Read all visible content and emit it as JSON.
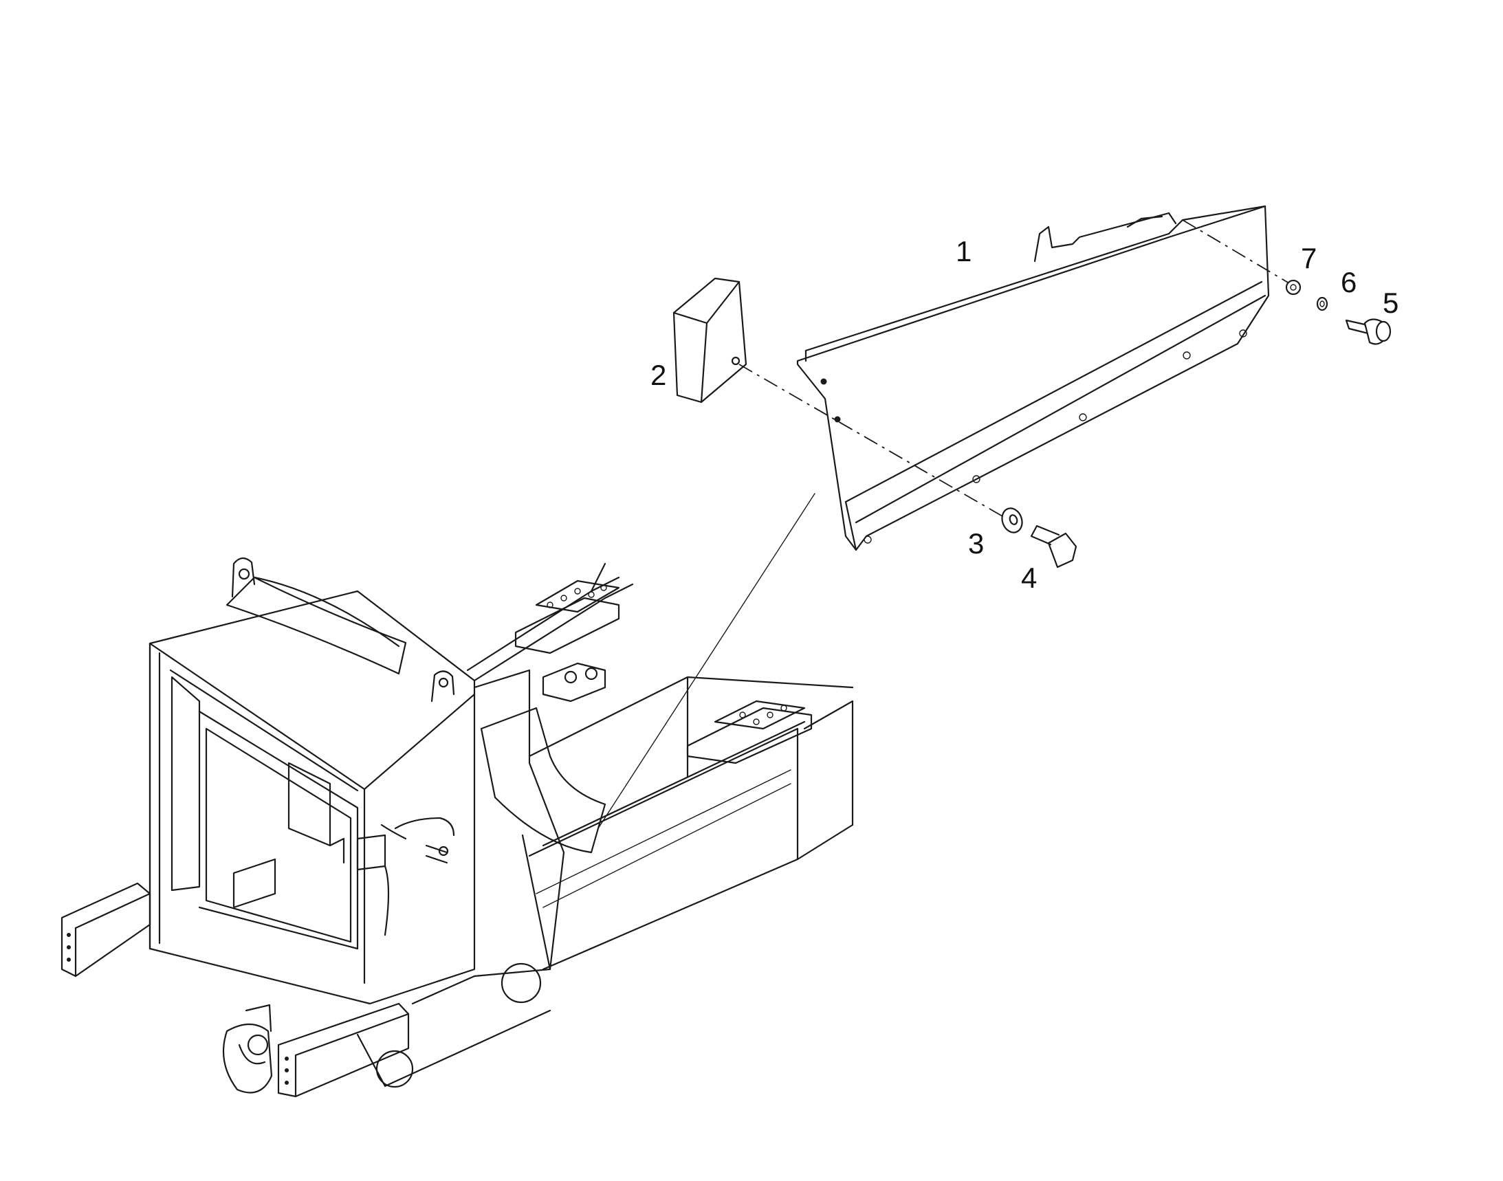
{
  "callouts": [
    {
      "id": "part-1",
      "label": "1"
    },
    {
      "id": "part-2",
      "label": "2"
    },
    {
      "id": "part-3",
      "label": "3"
    },
    {
      "id": "part-4",
      "label": "4"
    },
    {
      "id": "part-5",
      "label": "5"
    },
    {
      "id": "part-6",
      "label": "6"
    },
    {
      "id": "part-7",
      "label": "7"
    }
  ],
  "colors": {
    "line": "#1a1a1a",
    "background": "#ffffff"
  }
}
